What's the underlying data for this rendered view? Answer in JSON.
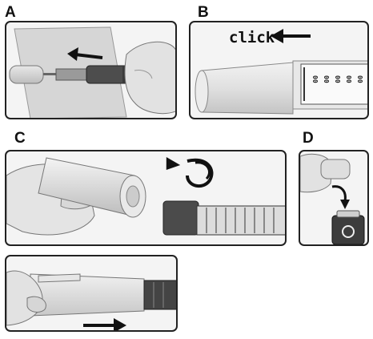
{
  "steps": {
    "a": {
      "label": "A"
    },
    "b": {
      "label": "B",
      "annotation": "click"
    },
    "c": {
      "label": "C"
    },
    "d": {
      "label": "D"
    },
    "e": {
      "label": ""
    }
  },
  "dose_scale": {
    "numbers": [
      "00",
      "00",
      "00",
      "00",
      "00"
    ]
  },
  "icons": [
    "arrow-left-icon",
    "rotate-icon",
    "arrow-right-icon",
    "curved-arrow-icon",
    "sharps-container-icon"
  ]
}
